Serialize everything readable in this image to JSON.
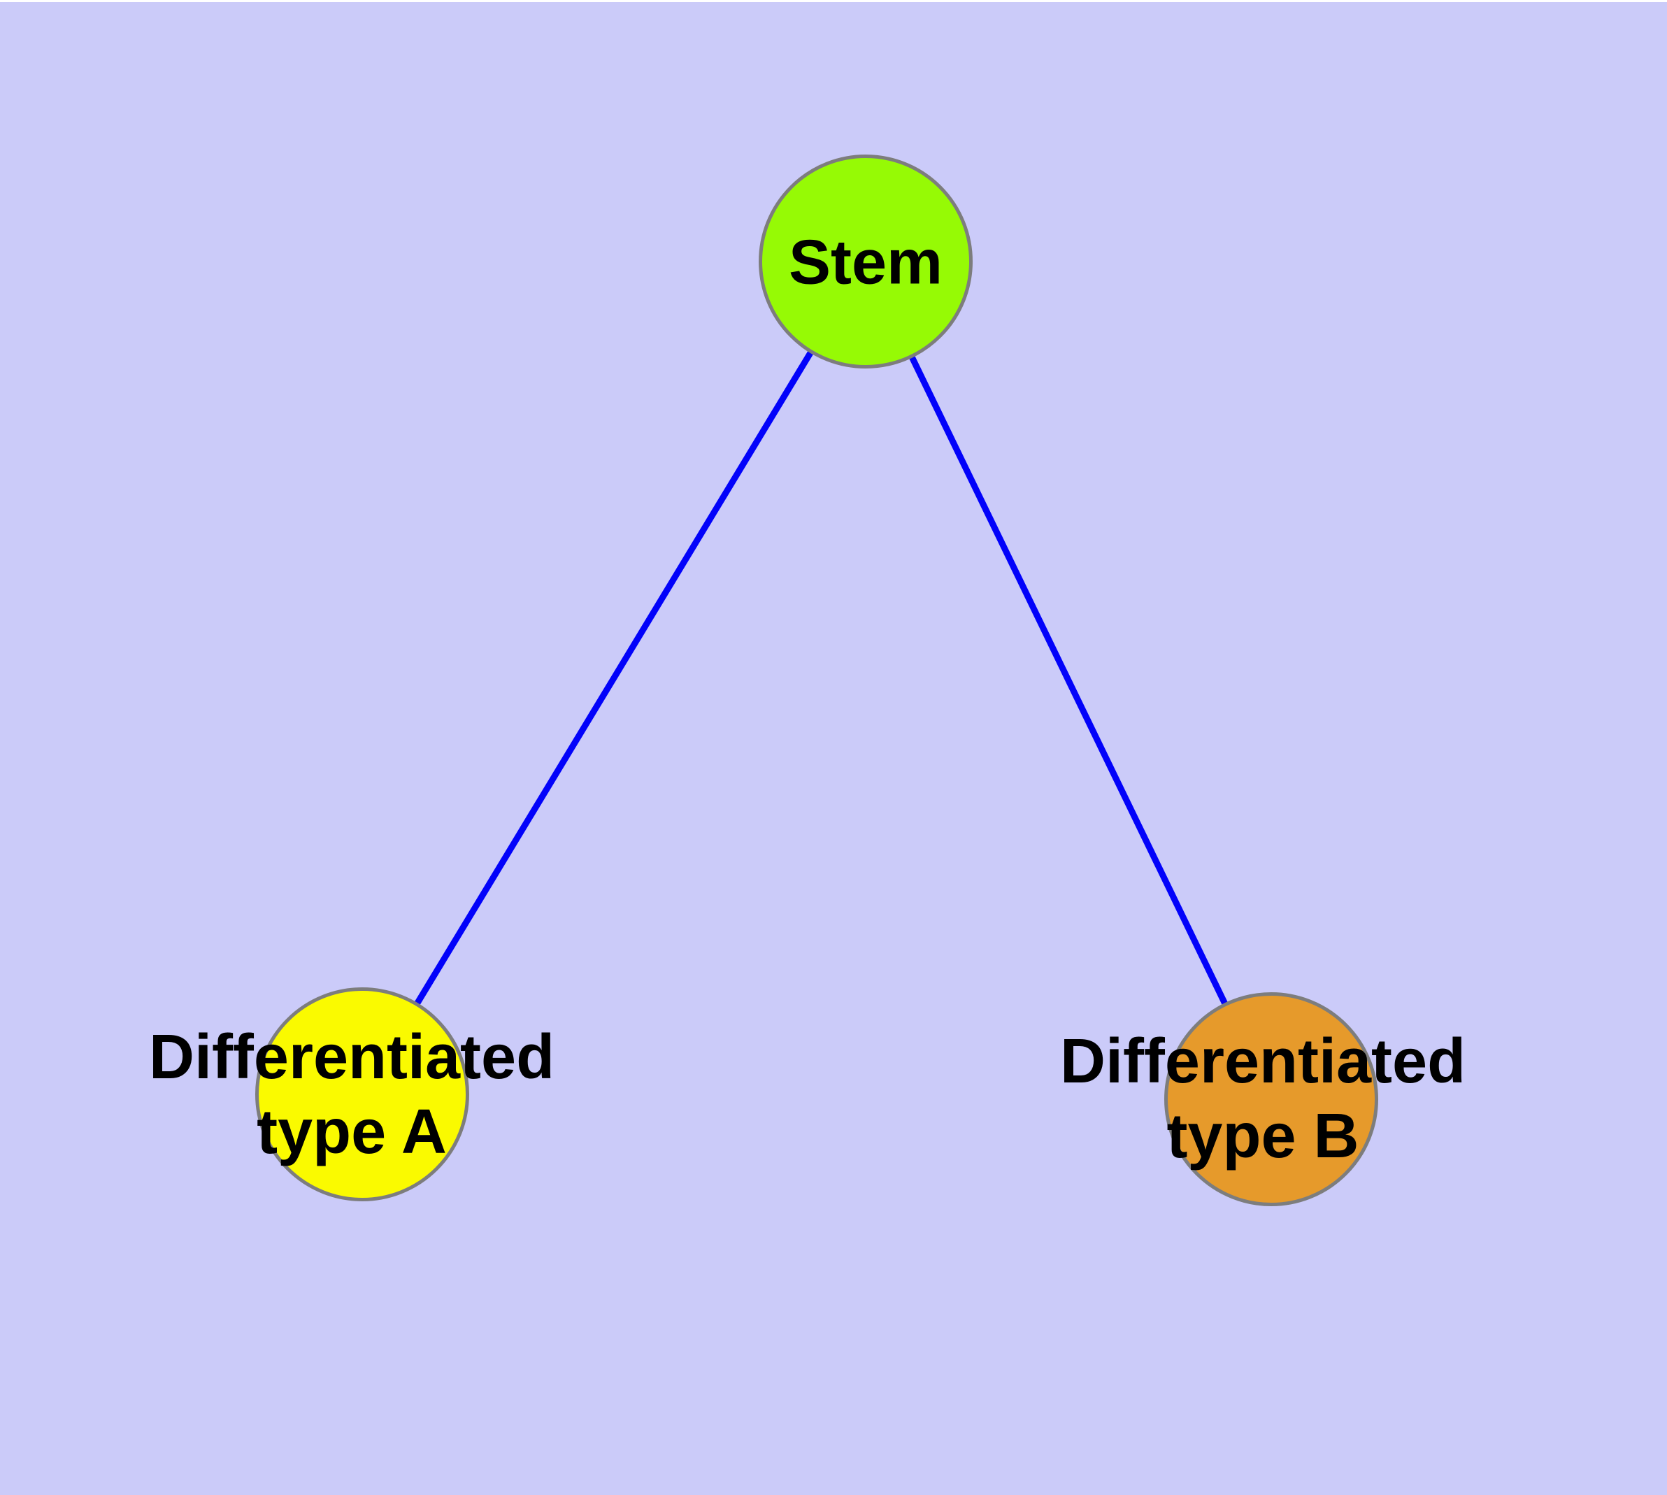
{
  "diagram": {
    "background_color": "#cbcbf9",
    "top_margin_color": "#ffffff",
    "edge_color": "#0202fa",
    "node_border_color": "#7d7d7d",
    "label_color": "#000000",
    "nodes": [
      {
        "id": "stem",
        "label": "Stem",
        "label_line1": "Stem",
        "label_line2": "",
        "color": "#96fa05"
      },
      {
        "id": "type-a",
        "label": "Differentiated type A",
        "label_line1": "Differentiated",
        "label_line2": "type A",
        "color": "#fafa00"
      },
      {
        "id": "type-b",
        "label": "Differentiated type B",
        "label_line1": "Differentiated",
        "label_line2": "type B",
        "color": "#e69a2b"
      }
    ],
    "edges": [
      {
        "from": "Stem",
        "to": "Differentiated type A"
      },
      {
        "from": "Stem",
        "to": "Differentiated type B"
      }
    ]
  }
}
